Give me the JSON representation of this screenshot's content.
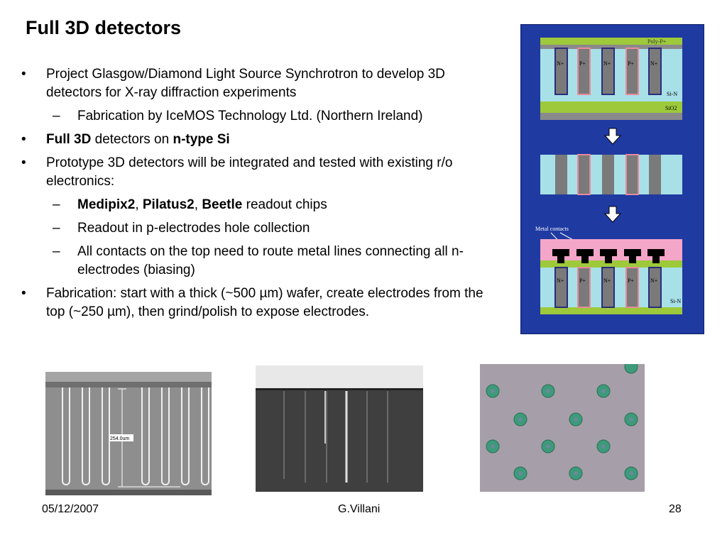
{
  "title": "Full 3D detectors",
  "bullets": {
    "b1": "Project Glasgow/Diamond Light Source Synchrotron to develop 3D detectors for X-ray diffraction experiments",
    "b1_sub": "Fabrication by IceMOS Technology Ltd. (Northern Ireland)",
    "b2_bold1": "Full 3D",
    "b2_mid": " detectors on ",
    "b2_bold2": "n-type Si",
    "b3": "Prototype 3D detectors will be integrated and tested with existing r/o electronics:",
    "b3_sub1_bold1": "Medipix2",
    "b3_sub1_sep1": ", ",
    "b3_sub1_bold2": "Pilatus2",
    "b3_sub1_sep2": ", ",
    "b3_sub1_bold3": "Beetle",
    "b3_sub1_rest": " readout chips",
    "b3_sub2": "Readout in p-electrodes  hole collection",
    "b3_sub3": "All contacts on the top  need to route metal lines connecting all n-electrodes (biasing)",
    "b4": "Fabrication: start with a thick (~500 µm) wafer, create electrodes from the top (~250 µm), then grind/polish to expose electrodes.",
    "bullet_char": "•",
    "dash_char": "–"
  },
  "diagram": {
    "top_labels": [
      "N+",
      "P+",
      "N+",
      "P+",
      "N+"
    ],
    "poly_label": "Poly-P+",
    "sin_label": "Si-N",
    "sio2_label": "SiO2",
    "metal_label": "Metal contacts",
    "bottom_labels": [
      "N+",
      "P+",
      "N+",
      "P+",
      "N+"
    ],
    "bottom_sin_label": "Si-N"
  },
  "photos": {
    "measure_label": "254.0um"
  },
  "footer": {
    "date": "05/12/2007",
    "author": "G.Villani",
    "page": "28"
  }
}
